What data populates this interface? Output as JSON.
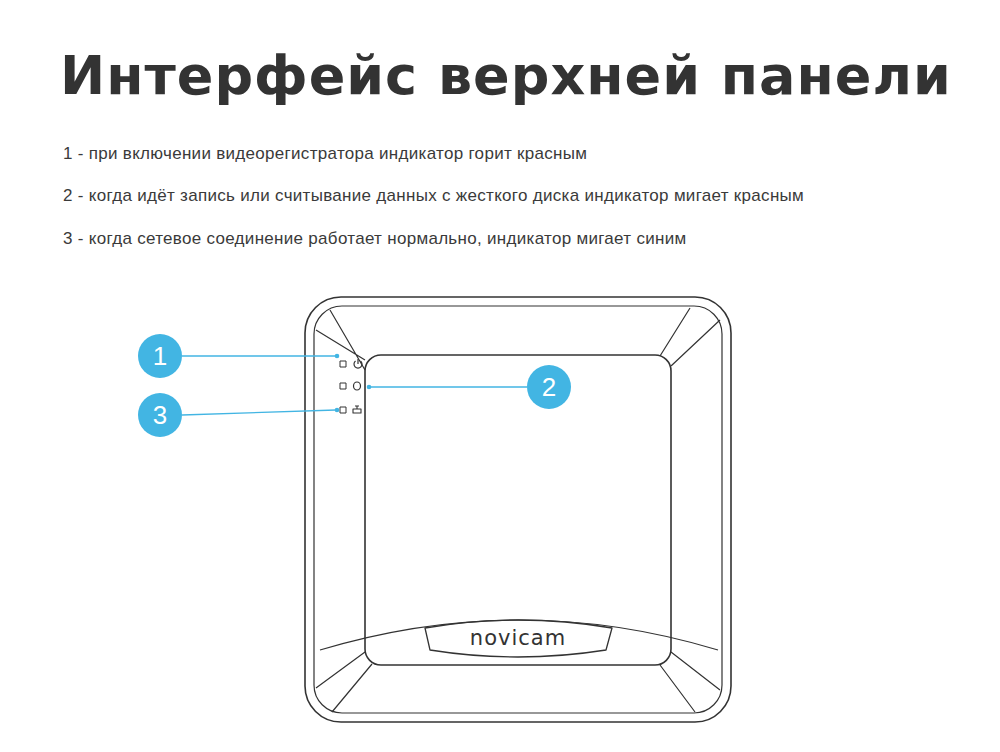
{
  "diagram": {
    "title": "Интерфейс верхней панели",
    "nodes": [
      {
        "text": [
          "1"
        ]
      },
      {
        "text": [
          "2"
        ]
      },
      {
        "text": [
          "3"
        ]
      }
    ],
    "labels": [
      "1 - при включении видеорегистратора индикатор горит красным",
      "2 - когда идёт запись или считывание данных с жесткого диска индикатор мигает красным",
      "3 - когда сетевое соединение работает нормально, индикатор мигает синим",
      "novicam"
    ]
  }
}
